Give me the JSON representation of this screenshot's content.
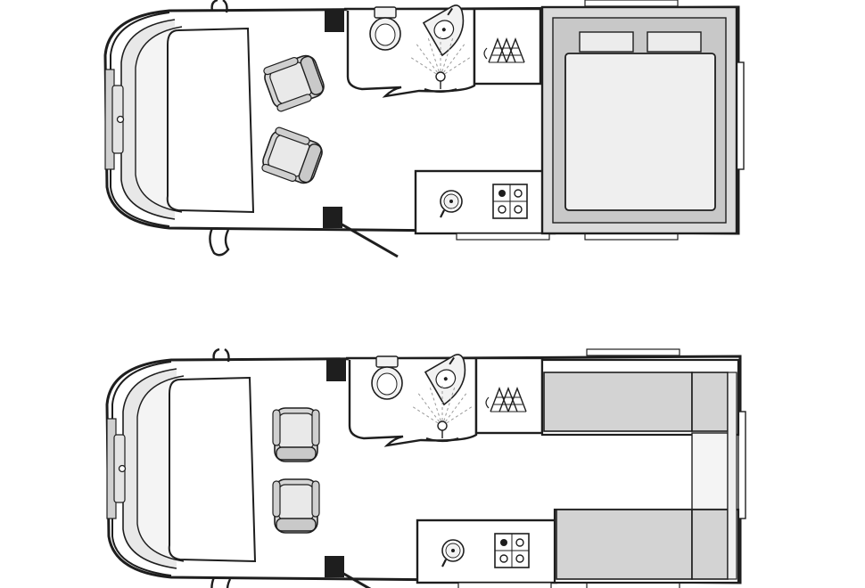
{
  "figure": {
    "layouts": [
      {
        "id": "night",
        "mode": "bed"
      },
      {
        "id": "day",
        "mode": "lounge"
      }
    ],
    "colors": {
      "line": "#1e1e1e",
      "fill_light": "#ececec",
      "fill_mid": "#d3d3d3",
      "fill_dark": "#bdbdbd",
      "background": "#ffffff"
    },
    "icons": [
      "cab-icon",
      "seat-icon",
      "toilet-icon",
      "washbasin-icon",
      "shower-icon",
      "fridge-icon",
      "sink-icon",
      "hob-icon",
      "bed-icon",
      "pillow-icon",
      "sofa-icon"
    ]
  }
}
